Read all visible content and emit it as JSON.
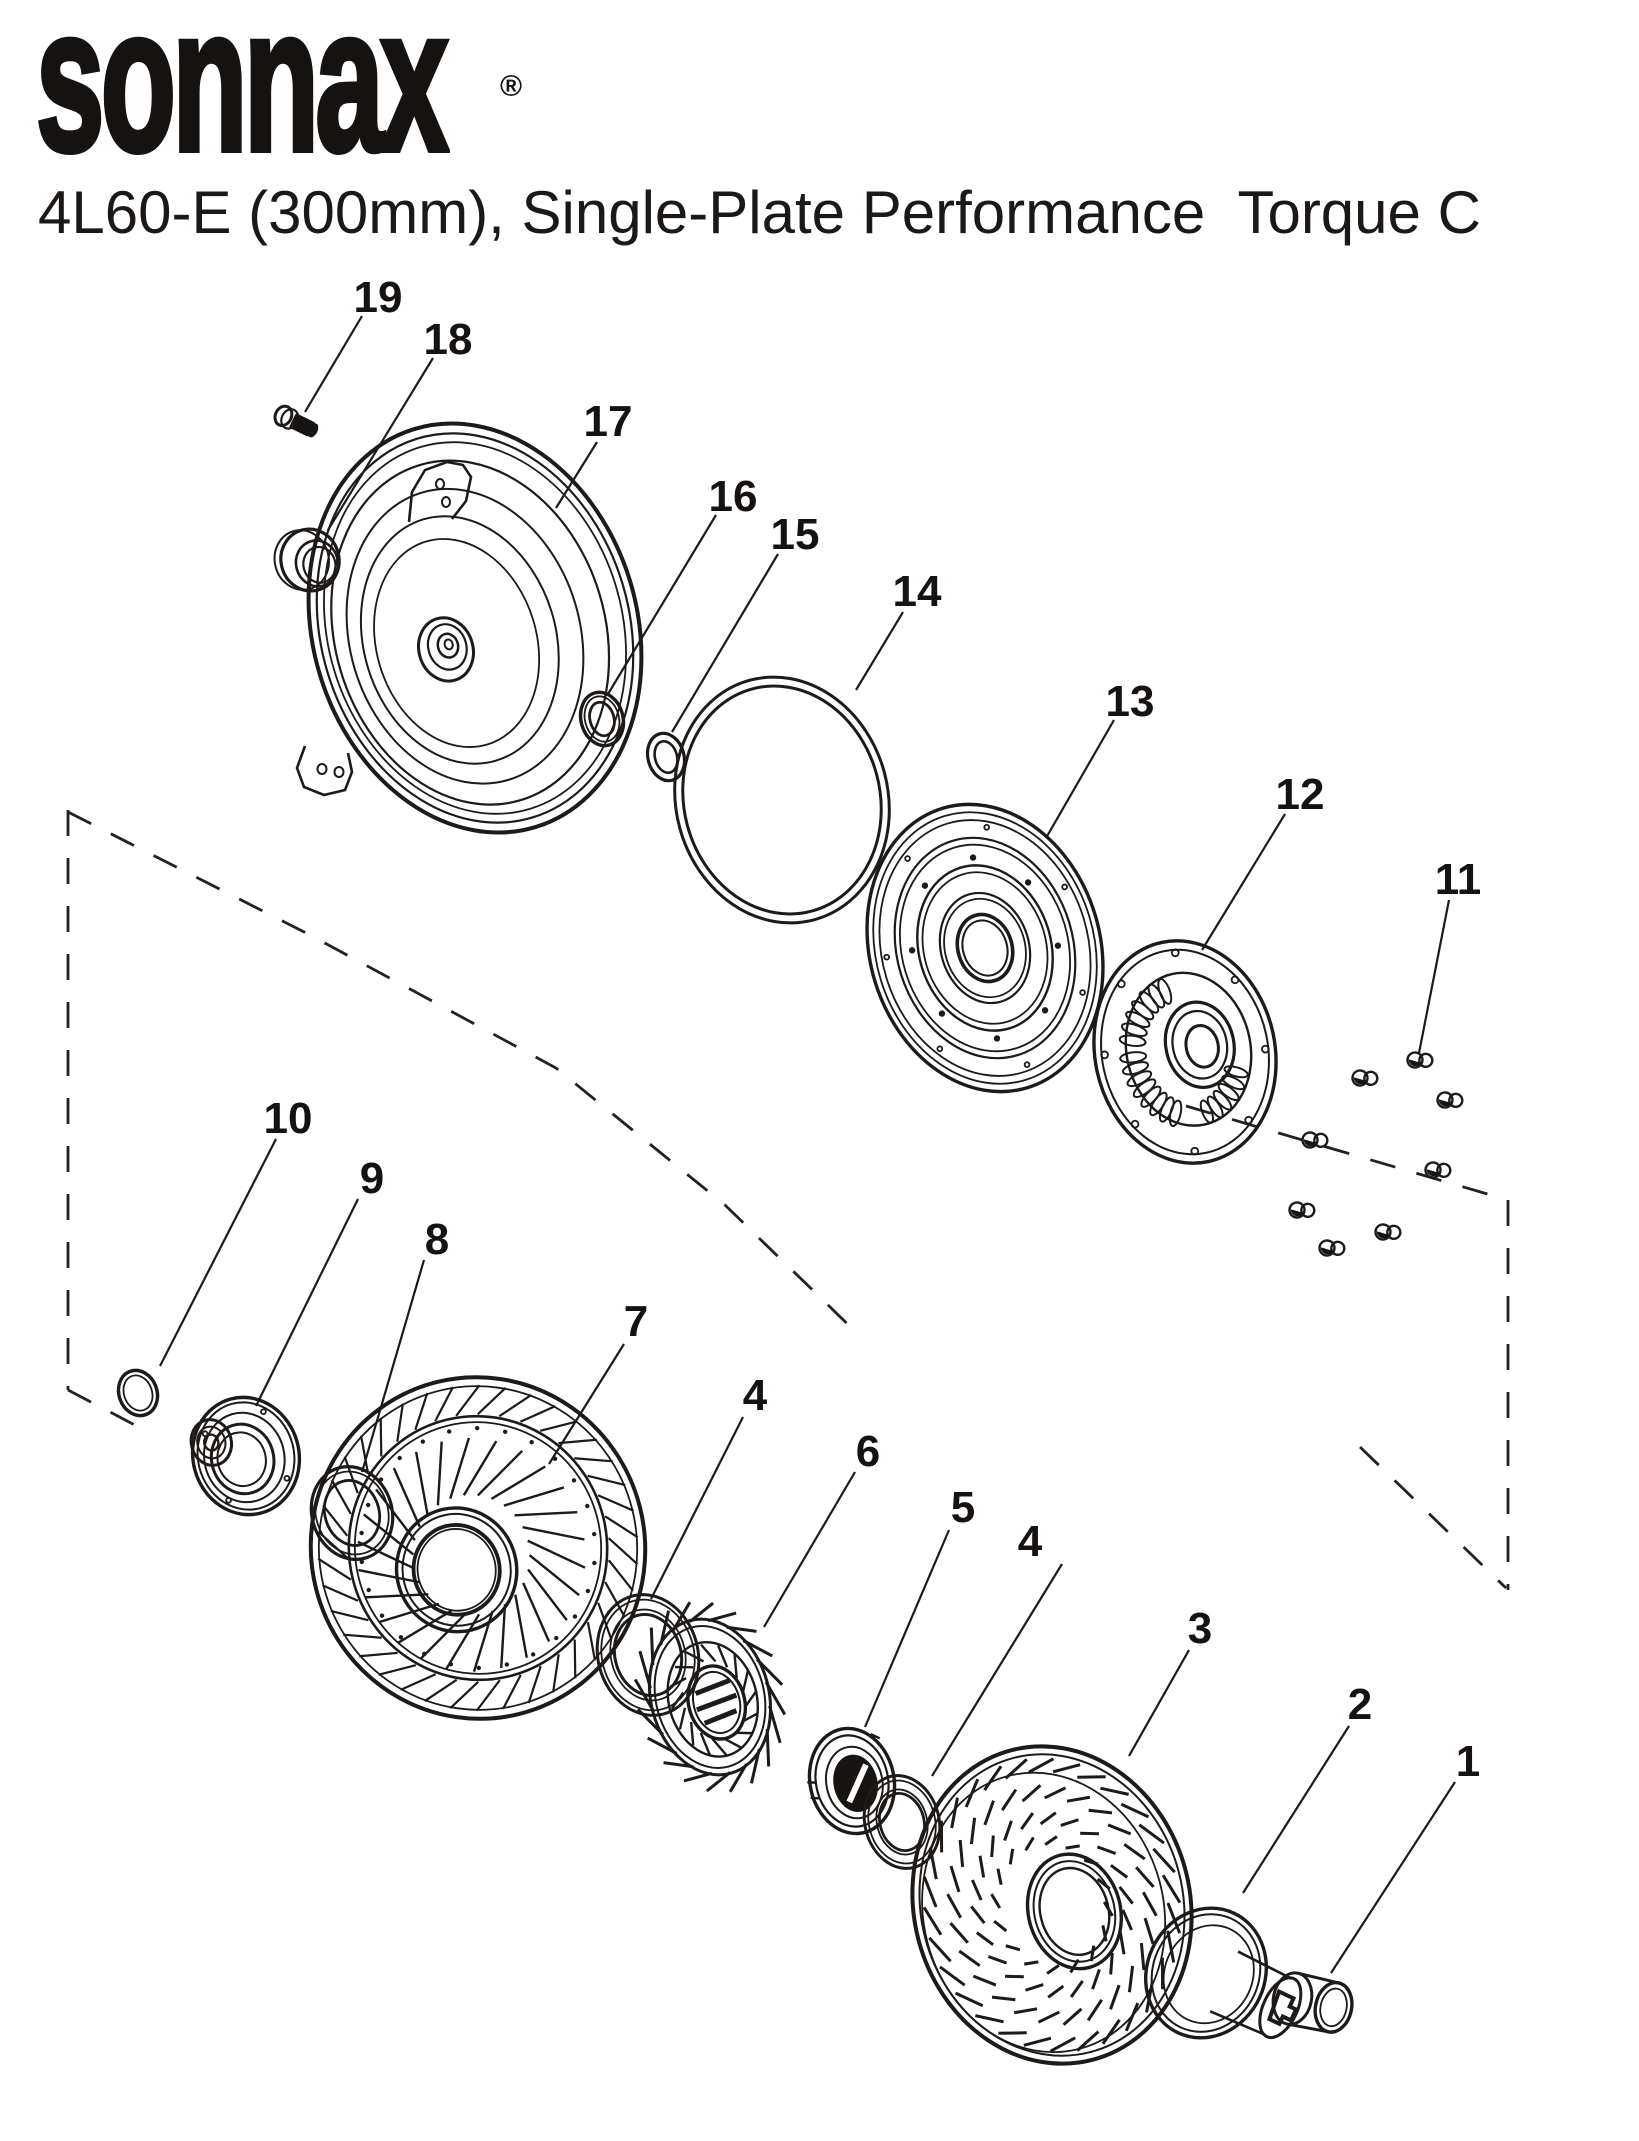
{
  "header": {
    "logo": "sonnax",
    "registered": "®",
    "title": "4L60-E (300mm), Single-Plate Performance  Torque C"
  },
  "diagram": {
    "callouts": [
      {
        "label": "19"
      },
      {
        "label": "18"
      },
      {
        "label": "17"
      },
      {
        "label": "16"
      },
      {
        "label": "15"
      },
      {
        "label": "14"
      },
      {
        "label": "13"
      },
      {
        "label": "12"
      },
      {
        "label": "11"
      },
      {
        "label": "10"
      },
      {
        "label": "9"
      },
      {
        "label": "8"
      },
      {
        "label": "7"
      },
      {
        "label": "4"
      },
      {
        "label": "6"
      },
      {
        "label": "5"
      },
      {
        "label": "4"
      },
      {
        "label": "3"
      },
      {
        "label": "2"
      },
      {
        "label": "1"
      }
    ]
  }
}
